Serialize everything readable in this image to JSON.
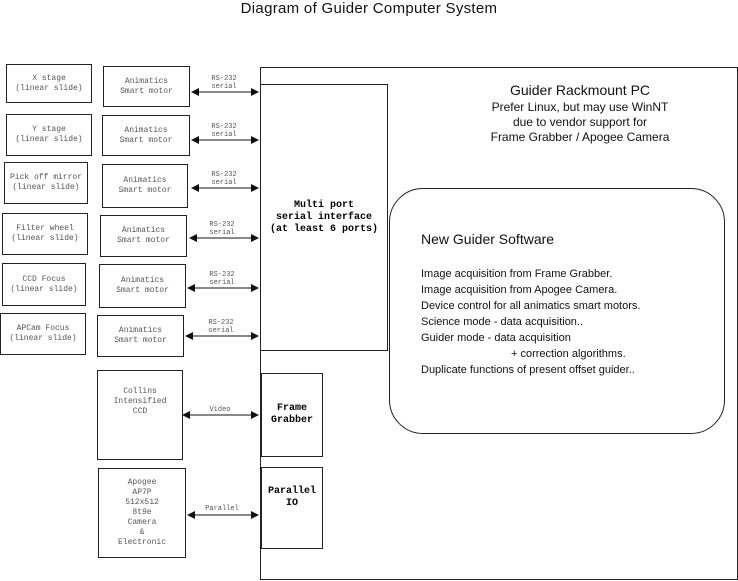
{
  "title": "Diagram of Guider Computer System",
  "stages": [
    {
      "device": "X stage\n(linear slide)",
      "motor": "Animatics\nSmart motor",
      "link": "RS-232\nserial"
    },
    {
      "device": "Y stage\n(linear slide)",
      "motor": "Animatics\nSmart motor",
      "link": "RS-232\nserial"
    },
    {
      "device": "Pick off mirror\n(linear slide)",
      "motor": "Animatics\nSmart motor",
      "link": "RS-232\nserial"
    },
    {
      "device": "Filter wheel\n(linear slide)",
      "motor": "Animatics\nSmart motor",
      "link": "RS-232\nserial"
    },
    {
      "device": "CCD Focus\n(linear slide)",
      "motor": "Animatics\nSmart motor",
      "link": "RS-232\nserial"
    },
    {
      "device": "APCam Focus\n(linear slide)",
      "motor": "Animatics\nSmart motor",
      "link": "RS-232\nserial"
    }
  ],
  "collins": {
    "label": "Collins\nIntensified\nCCD",
    "link": "Video"
  },
  "apogee": {
    "label": "Apogee\nAP7P\n512x512\n8t9e\nCamera\n&\nElectronic",
    "link": "Parallel"
  },
  "serial_interface": "Multi port\nserial interface\n(at least 6 ports)",
  "frame_grabber": "Frame\nGrabber",
  "parallel_io": "Parallel\nIO",
  "pc": {
    "title": "Guider Rackmount PC",
    "subtitle": "Prefer Linux, but may use WinNT\ndue to vendor support for\nFrame Grabber / Apogee Camera"
  },
  "software": {
    "title": "New Guider Software",
    "lines": [
      "Image acquisition from Frame Grabber.",
      "Image acquisition from Apogee Camera.",
      "Device control for all animatics smart motors.",
      "Science mode  - data acquisition..",
      "Guider mode - data acquisition",
      "+ correction algorithms.",
      "Duplicate functions of present offset guider.."
    ]
  }
}
